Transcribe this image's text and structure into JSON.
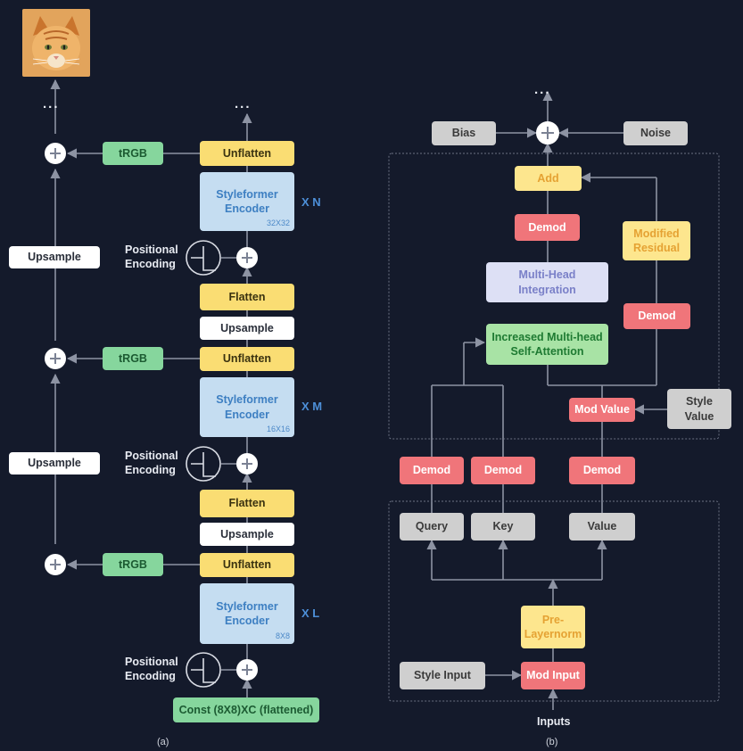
{
  "left": {
    "caption": "(a)",
    "dots_top": "...",
    "dots_right": "...",
    "unflatten": "Unflatten",
    "flatten": "Flatten",
    "upsample": "Upsample",
    "trgb": "tRGB",
    "encoder_name": "Styleformer Encoder",
    "encoders": [
      {
        "size": "32X32",
        "repeat": "X N"
      },
      {
        "size": "16X16",
        "repeat": "X M"
      },
      {
        "size": "8X8",
        "repeat": "X L"
      }
    ],
    "positional_encoding": "Positional Encoding",
    "const": "Const (8X8)XC (flattened)"
  },
  "right": {
    "caption": "(b)",
    "dots": "...",
    "bias": "Bias",
    "noise": "Noise",
    "add": "Add",
    "demod": "Demod",
    "modified_residual": "Modified Residual",
    "multi_head_integration": "Multi-Head Integration",
    "increased_attention": "Increased Multi-head Self-Attention",
    "mod_value": "Mod Value",
    "style_value": "Style Value",
    "query": "Query",
    "key": "Key",
    "value": "Value",
    "pre_layernorm": "Pre-Layernorm",
    "style_input": "Style Input",
    "mod_input": "Mod Input",
    "inputs": "Inputs"
  },
  "colors": {
    "background": "#141a2b",
    "unflatten_flatten": "#fadd73",
    "trgb_const": "#86d69d",
    "encoder": "#c5ddf1",
    "demod": "#f0757a",
    "gray": "#cfcfcf",
    "lines": "#8d93a3"
  }
}
